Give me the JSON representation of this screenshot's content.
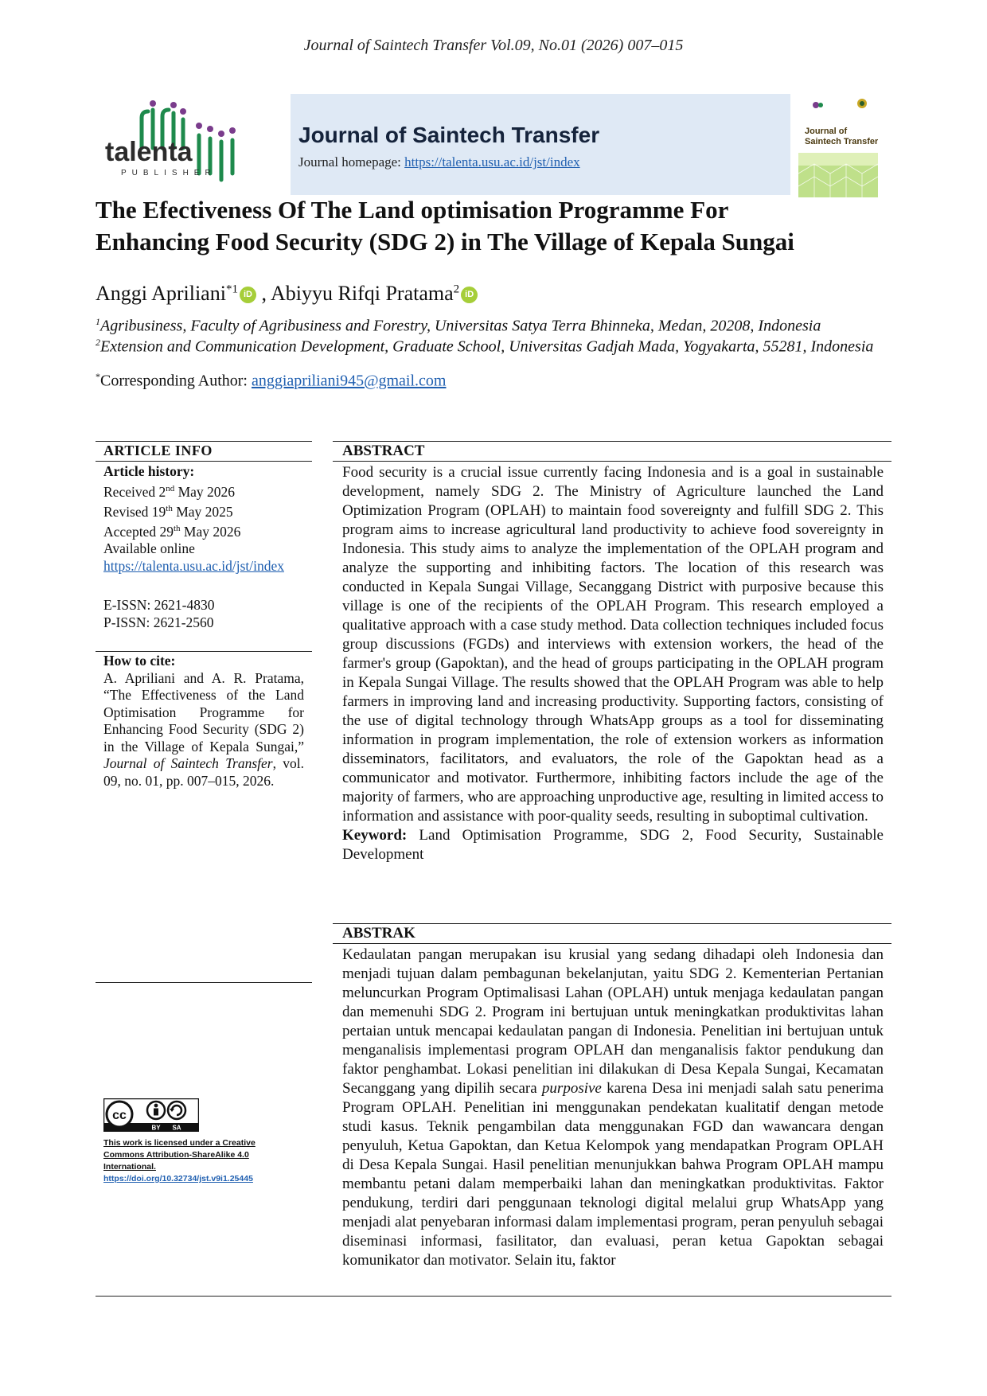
{
  "running_head": "Journal of Saintech Transfer Vol.09, No.01 (2026) 007–015",
  "header": {
    "publisher_name": "talenta",
    "publisher_sub": "PUBLISHER",
    "journal_title": "Journal of Saintech Transfer",
    "homepage_label": "Journal homepage: ",
    "homepage_url": "https://talenta.usu.ac.id/jst/index",
    "cover_title_line1": "Journal of",
    "cover_title_line2": "Saintech Transfer",
    "colors": {
      "banner_bg": "#dfe9f5",
      "logo_green": "#1e8a4c",
      "logo_purple": "#7a3c8c",
      "orcid_green": "#a6ce39"
    }
  },
  "paper": {
    "title_line1": "The Efectiveness Of The Land optimisation Programme For",
    "title_line2": "Enhancing Food Security (SDG 2) in The Village of Kepala Sungai",
    "author1": "Anggi Apriliani",
    "author1_sup": "*1",
    "author_sep": " , ",
    "author2": "Abiyyu Rifqi Pratama",
    "author2_sup": "2",
    "orcid_label": "iD",
    "affil1_sup": "1",
    "affil1": "Agribusiness, Faculty of Agribusiness and Forestry, Universitas Satya Terra Bhinneka, Medan, 20208, Indonesia",
    "affil2_sup": "2",
    "affil2": "Extension and Communication Development, Graduate School, Universitas Gadjah Mada, Yogyakarta, 55281, Indonesia",
    "corr_sup": "*",
    "corr_label": "Corresponding Author: ",
    "corr_email": "anggiapriliani945@gmail.com"
  },
  "article_info": {
    "heading": "ARTICLE   INFO",
    "history_label": "Article history:",
    "received_prefix": "Received 2",
    "received_sup": "nd",
    "received_suffix": " May 2026",
    "revised_prefix": "Revised 19",
    "revised_sup": "th",
    "revised_suffix": " May 2025",
    "accepted_prefix": "Accepted 29",
    "accepted_sup": "th",
    "accepted_suffix": " May 2026",
    "available": "Available online",
    "available_url": "https://talenta.usu.ac.id/jst/index",
    "eissn": "E-ISSN: 2621-4830",
    "pissn": "P-ISSN: 2621-2560",
    "cite_label": "How to cite:",
    "cite_text_1": "A. Apriliani and A. R. Pratama, “The Effectiveness of the Land Optimisation Programme for Enhancing Food Security (SDG 2) in the Village of Kepala Sungai,” ",
    "cite_journal": "Journal of Saintech Transfer",
    "cite_text_2": ", vol. 09, no. 01, pp. 007–015, 2026."
  },
  "license": {
    "badge_cc": "cc",
    "badge_by": "BY",
    "badge_sa": "SA",
    "text": "This work is licensed under a Creative Commons Attribution-ShareAlike 4.0 International.",
    "doi": "https://doi.org/10.32734/jst.v9i1.25445"
  },
  "abstract": {
    "heading": "ABSTRACT",
    "body": "Food security is a crucial issue currently facing Indonesia and is a goal in sustainable development, namely SDG 2. The Ministry of Agriculture launched the Land Optimization Program (OPLAH) to maintain food sovereignty and fulfill SDG 2. This program aims to increase agricultural land productivity to achieve food sovereignty in Indonesia. This study aims to analyze the implementation of the OPLAH program and analyze the supporting and inhibiting factors. The location of this research was conducted in Kepala Sungai Village, Secanggang District with purposive because this village is one of the recipients of the OPLAH Program. This research employed a qualitative approach with a case study method. Data collection techniques included focus group discussions (FGDs) and interviews with extension workers, the head of the farmer's group (Gapoktan), and the head of groups participating in the OPLAH program in Kepala Sungai Village. The results showed that the OPLAH Program was able to help farmers in improving land and increasing productivity. Supporting factors, consisting of the use of digital technology through WhatsApp groups as a tool for disseminating information in program implementation, the role of extension workers as information disseminators, facilitators, and evaluators, the role of the Gapoktan head as a communicator and motivator. Furthermore, inhibiting factors include the age of the majority of farmers, who are approaching unproductive age, resulting in limited access to information and assistance with poor-quality seeds, resulting in suboptimal cultivation.",
    "keyword_label": "Keyword:",
    "keywords": " Land Optimisation Programme, SDG 2, Food Security, Sustainable Development"
  },
  "abstrak": {
    "heading": "ABSTRAK",
    "body_1": "Kedaulatan pangan merupakan isu krusial yang sedang dihadapi oleh Indonesia dan menjadi tujuan dalam pembagunan bekelanjutan, yaitu SDG 2. Kementerian Pertanian meluncurkan Program Optimalisasi Lahan (OPLAH) untuk menjaga kedaulatan pangan dan memenuhi SDG 2. Program ini bertujuan untuk meningkatkan produktivitas lahan pertaian untuk mencapai kedaulatan pangan di Indonesia. Penelitian ini bertujuan untuk menganalisis implementasi program OPLAH dan menganalisis faktor pendukung dan faktor penghambat. Lokasi penelitian ini dilakukan di Desa Kepala Sungai, Kecamatan Secanggang yang dipilih secara ",
    "body_italic": "purposive",
    "body_2": " karena Desa ini menjadi salah satu penerima Program OPLAH. Penelitian ini menggunakan pendekatan kualitatif dengan metode studi kasus. Teknik pengambilan data menggunakan FGD dan wawancara dengan penyuluh, Ketua Gapoktan, dan Ketua Kelompok yang mendapatkan Program OPLAH di Desa Kepala Sungai. Hasil penelitian menunjukkan bahwa Program OPLAH mampu membantu petani dalam memperbaiki lahan dan meningkatkan produktivitas. Faktor pendukung, terdiri dari penggunaan teknologi digital melalui grup WhatsApp yang menjadi alat penyebaran informasi dalam implementasi program,  peran penyuluh sebagai diseminasi informasi, fasilitator, dan evaluasi, peran ketua Gapoktan sebagai komunikator dan motivator. Selain itu, faktor"
  }
}
